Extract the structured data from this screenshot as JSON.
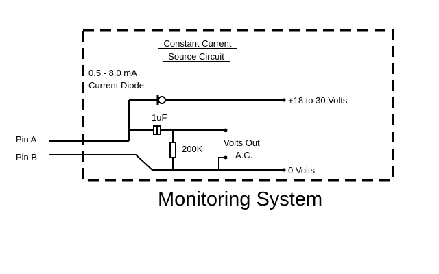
{
  "title": {
    "line1": "Constant Current",
    "line2": "Source Circuit"
  },
  "labels": {
    "diode_range": "0.5 - 8.0 mA",
    "diode_name": "Current Diode",
    "capacitor": "1uF",
    "resistor": "200K",
    "volts_out_line1": "Volts Out",
    "volts_out_line2": "A.C.",
    "supply": "+18 to 30 Volts",
    "ground": "0 Volts",
    "pin_a": "Pin A",
    "pin_b": "Pin B"
  },
  "caption": "Monitoring System"
}
